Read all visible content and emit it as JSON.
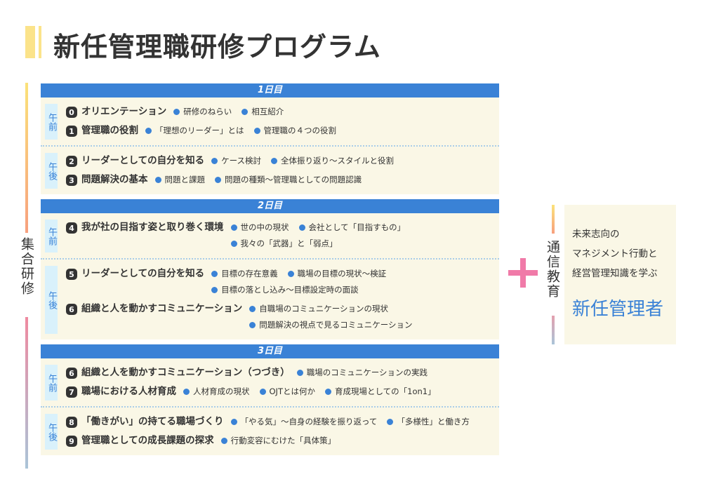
{
  "title": "新任管理職研修プログラム",
  "left_label": "集合研修",
  "days": [
    {
      "label": "1日目",
      "sessions": [
        {
          "tag": "午前",
          "items": [
            {
              "num": "0",
              "title": "オリエンテーション",
              "points": [
                [
                  "研修のねらい",
                  "相互紹介"
                ]
              ]
            },
            {
              "num": "1",
              "title": "管理職の役割",
              "points": [
                [
                  "「理想のリーダー」とは",
                  "管理職の４つの役割"
                ]
              ]
            }
          ]
        },
        {
          "tag": "午後",
          "items": [
            {
              "num": "2",
              "title": "リーダーとしての自分を知る",
              "points": [
                [
                  "ケース検討",
                  "全体振り返り〜スタイルと役割"
                ]
              ]
            },
            {
              "num": "3",
              "title": "問題解決の基本",
              "points": [
                [
                  "問題と課題",
                  "問題の種類〜管理職としての問題認識"
                ]
              ]
            }
          ]
        }
      ]
    },
    {
      "label": "2日目",
      "sessions": [
        {
          "tag": "午前",
          "items": [
            {
              "num": "4",
              "title": "我が社の目指す姿と取り巻く環境",
              "points": [
                [
                  "世の中の現状",
                  "会社として「目指すもの」"
                ],
                [
                  "我々の「武器」と「弱点」"
                ]
              ]
            }
          ]
        },
        {
          "tag": "午後",
          "items": [
            {
              "num": "5",
              "title": "リーダーとしての自分を知る",
              "points": [
                [
                  "目標の存在意義",
                  "職場の目標の現状〜検証"
                ],
                [
                  "目標の落とし込み〜目標設定時の面談"
                ]
              ]
            },
            {
              "num": "6",
              "title": "組織と人を動かすコミュニケーション",
              "points": [
                [
                  "自職場のコミュニケーションの現状"
                ],
                [
                  "問題解決の視点で見るコミュニケーション"
                ]
              ]
            }
          ]
        }
      ]
    },
    {
      "label": "3日目",
      "sessions": [
        {
          "tag": "午前",
          "items": [
            {
              "num": "6",
              "title": "組織と人を動かすコミュニケーション（つづき）",
              "points": [
                [
                  "職場のコミュニケーションの実践"
                ]
              ]
            },
            {
              "num": "7",
              "title": "職場における人材育成",
              "points": [
                [
                  "人材育成の現状",
                  "OJTとは何か",
                  "育成現場としての「1on1」"
                ]
              ]
            }
          ]
        },
        {
          "tag": "午後",
          "items": [
            {
              "num": "8",
              "title": "「働きがい」の持てる職場づくり",
              "points": [
                [
                  "「やる気」〜自身の経験を振り返って",
                  "「多様性」と働き方"
                ]
              ]
            },
            {
              "num": "9",
              "title": "管理職としての成長課題の探求",
              "points": [
                [
                  "行動変容にむけた「具体策」"
                ]
              ]
            }
          ]
        }
      ]
    }
  ],
  "right_label": "通信教育",
  "right_box": {
    "lines": [
      "未来志向の",
      "マネジメント行動と",
      "経営管理知識を学ぶ"
    ],
    "target": "新任管理者"
  },
  "colors": {
    "accent": "#3a82d6",
    "plus": "#f07aa8",
    "panel": "#faf7e6"
  }
}
